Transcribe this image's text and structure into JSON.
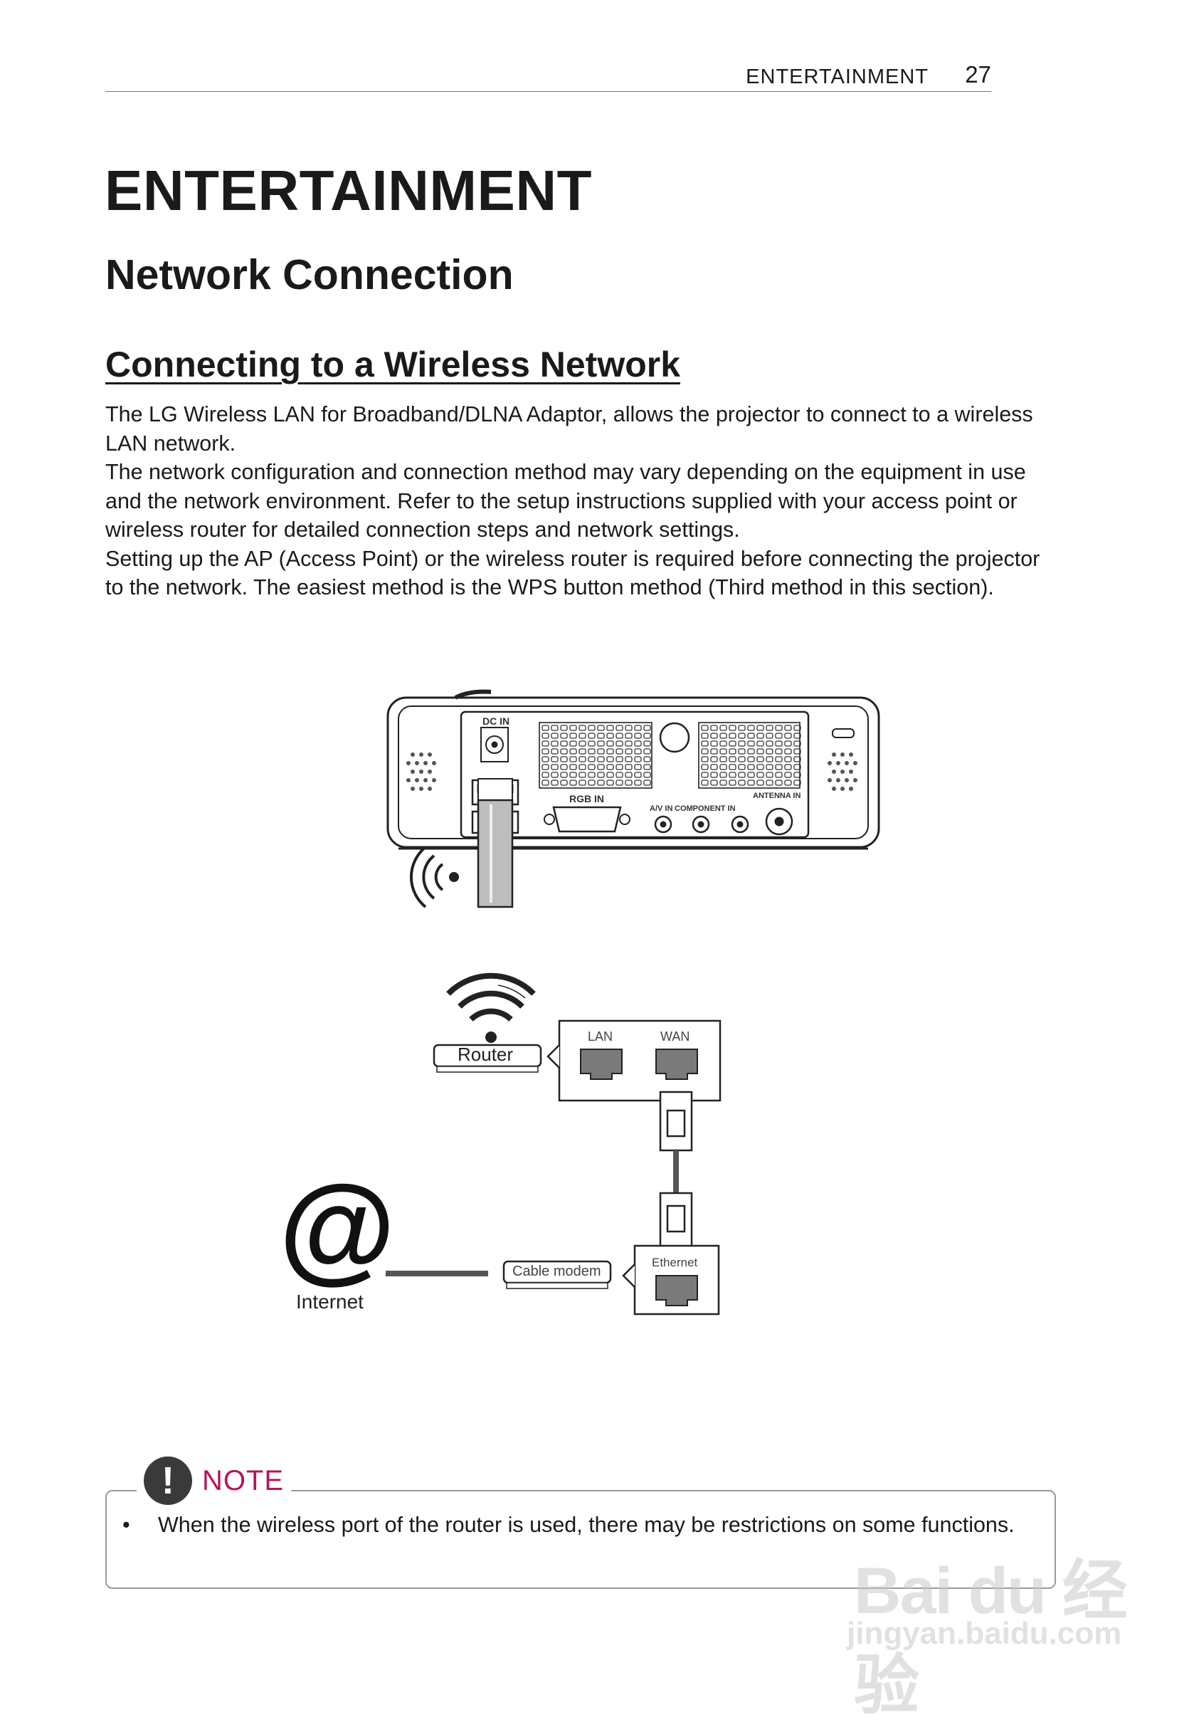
{
  "header": {
    "section": "ENTERTAINMENT",
    "page_number": "27"
  },
  "headings": {
    "h1": "ENTERTAINMENT",
    "h2": "Network Connection",
    "h3": "Connecting to a Wireless Network"
  },
  "paragraphs": [
    "The LG Wireless LAN for Broadband/DLNA Adaptor, allows the projector to connect to a wireless LAN network.",
    "The network configuration and connection method may vary depending on the equipment in use and the network environment. Refer to the setup instructions supplied with your access point or wireless router for detailed connection steps and network settings.",
    "Setting up the AP (Access Point) or the wireless router is required before connecting the projector to the network. The easiest method is the WPS button method (Third method in this section)."
  ],
  "figure": {
    "port_labels": {
      "dc_in": "DC IN",
      "rgb_in": "RGB IN",
      "av_in": "A/V IN",
      "component_in": "COMPONENT IN",
      "antenna_in": "ANTENNA IN"
    },
    "router_label": "Router",
    "lan_label": "LAN",
    "wan_label": "WAN",
    "internet_symbol": "@",
    "internet_label": "Internet",
    "cable_modem_label": "Cable modem",
    "ethernet_label": "Ethernet"
  },
  "note": {
    "icon": "exclamation-icon",
    "title": "NOTE",
    "items": [
      "When the wireless port of the router is used, there may be restrictions on some functions."
    ]
  },
  "watermark": {
    "main": "Bai du 经验",
    "sub": "jingyan.baidu.com"
  }
}
